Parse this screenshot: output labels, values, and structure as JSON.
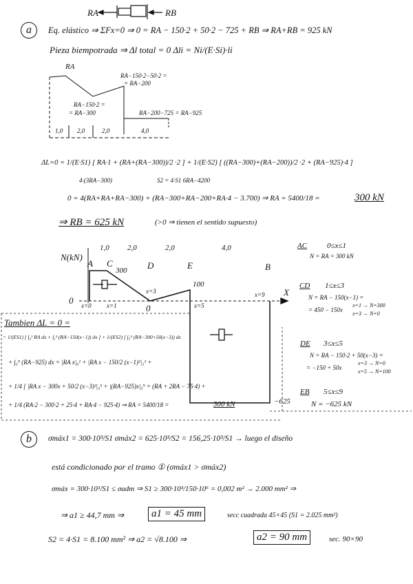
{
  "header": {
    "ra": "RA",
    "rb": "RB"
  },
  "part_a": {
    "marker": "a",
    "line1": "Eq. elástico ⇒ ΣFx=0 ⇒ 0 = RA − 150·2 + 50·2 − 725 + RB ⇒ RA+RB = 925 kN",
    "line2": "Pieza biempotrada ⇒ Δl total = 0     Δli = Ni/(E·Si)·li",
    "diag": {
      "ra": "RA",
      "l1": "RA−150·2−50·2 =",
      "l1b": "= RA−200",
      "l2": "RA−150·2 =",
      "l2b": "= RA−300",
      "l3": "RA−200−725 = RA−925",
      "d1": "1,0",
      "d2": "2,0",
      "d3": "2,0",
      "d4": "4,0"
    },
    "eq1": "ΔL=0 = 1/(E·S1) [ RA·1 + (RA+(RA−300))/2 ·2 ] + 1/(E·S2) [ ((RA−300)+(RA−200))/2 ·2 + (RA−925)·4 ]",
    "eq1_sub1": "4·(3RA−300)",
    "eq1_sub2": "S2 = 4·S1     6RA−4200",
    "eq2": "0 = 4(RA+RA+RA−300) + (RA−300+RA−200+RA·4 − 3.700) ⇒ RA = 5400/18 =",
    "eq2_result": "300 kN",
    "eq3": "⇒ RB = 625 kN",
    "eq3_note": "(>0 ⇒ tienen el sentido supuesto)"
  },
  "n_diagram": {
    "axis_label": "N(kN)",
    "spans": [
      "1,0",
      "2,0",
      "2,0",
      "4,0"
    ],
    "points": [
      "A",
      "C",
      "D",
      "E",
      "B"
    ],
    "v300": "300",
    "v100": "100",
    "v0": "0",
    "v625": "−625",
    "zero": "0",
    "x0": "x=0",
    "x1": "x=1",
    "x3": "x=3",
    "x5": "x=5",
    "x9": "x=9",
    "xaxis": "X"
  },
  "segments": [
    {
      "name": "AC",
      "range": "0≤x≤1",
      "eq": "N = RA = 300 kN"
    },
    {
      "name": "CD",
      "range": "1≤x≤3",
      "eq": "N = RA − 150(x−1) =",
      "eq2": "= 450 − 150x",
      "c1": "x=1 → N=300",
      "c2": "x=3 → N=0"
    },
    {
      "name": "DE",
      "range": "3≤x≤5",
      "eq": "N = RA − 150·2 + 50(x−3) =",
      "eq2": "= −150 + 50x",
      "c1": "x=3 → N=0",
      "c2": "x=5 → N=100"
    },
    {
      "name": "EB",
      "range": "5≤x≤9",
      "eq": "N = −625 kN"
    }
  ],
  "tambien": {
    "title": "Tambien  ΔL = 0 =",
    "l1": "= 1/(ES1) [ ∫₀¹ RA dx + ∫₁³ (RA−150(x−1)) dx ] + 1/(ES2) [ ∫₃⁵ (RA−300+50(x−3)) dx",
    "l2": "+ ∫₅⁹ (RA−925) dx = |RA x|₀¹ + |RA x − 150/2 (x−1)²|₁³ +",
    "l3": "+ 1/4 [ |RA x − 300x + 50/2 (x−3)²|₃⁵ + |(RA−925)x|₅⁹ = (RA + 2RA − 75·4) +",
    "l4": "+ 1/4 (RA·2 − 300·2 + 25·4 + RA·4 − 925·4) ⇒ RA = 5400/18 =",
    "l4_result": "300 kN"
  },
  "part_b": {
    "marker": "b",
    "l1": "σmáx1 = 300·10³/S1      σmáx2 = 625·10³/S2 = 156,25·10³/S1 → luego el diseño",
    "l2": "está condicionado por el tramo ① (σmáx1 > σmáx2)",
    "l3": "σmáx = 300·10³/S1 ≤ σadm ⇒ S1 ≥ 300·10³/150·10⁶ = 0,002 m² → 2.000 mm² ⇒",
    "l4": "⇒ a1 ≥ 44,7 mm ⇒",
    "l4_box": "a1 = 45 mm",
    "l4_note": "secc cuadrada 45×45 (S1 = 2.025 mm²)",
    "l5": "S2 = 4·S1 = 8.100 mm² ⇒ a2 = √8.100 ⇒",
    "l5_box": "a2 = 90 mm",
    "l5_note": "sec. 90×90"
  }
}
